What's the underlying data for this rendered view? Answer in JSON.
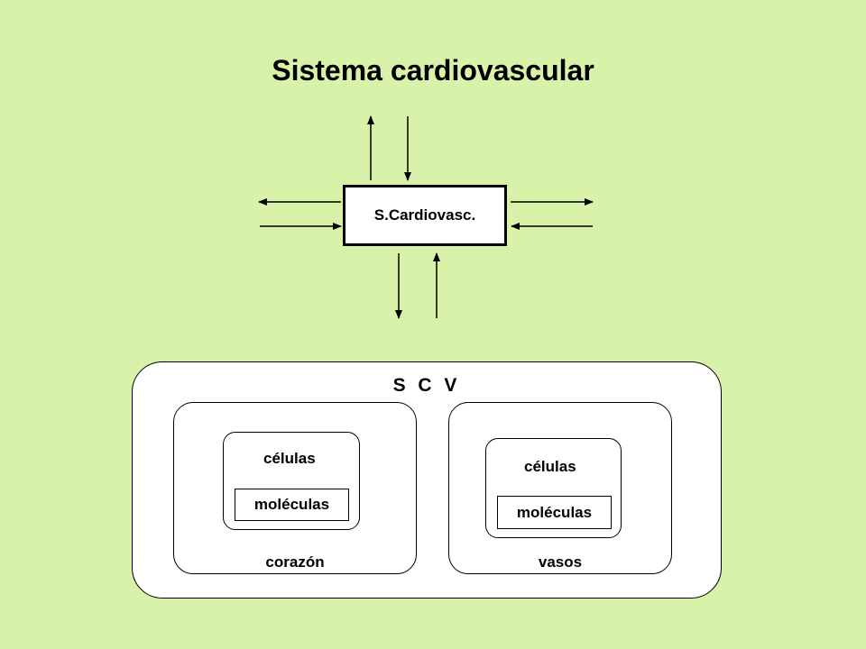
{
  "title": "Sistema cardiovascular",
  "system_box": {
    "label": "S.Cardiovasc."
  },
  "scv": {
    "label": "S C V",
    "left": {
      "organ_label": "corazón",
      "cell_label": "células",
      "molecule_label": "moléculas"
    },
    "right": {
      "organ_label": "vasos",
      "cell_label": "células",
      "molecule_label": "moléculas"
    }
  },
  "colors": {
    "background": "#d9f2a9",
    "box_fill": "#ffffff",
    "stroke": "#000000"
  }
}
